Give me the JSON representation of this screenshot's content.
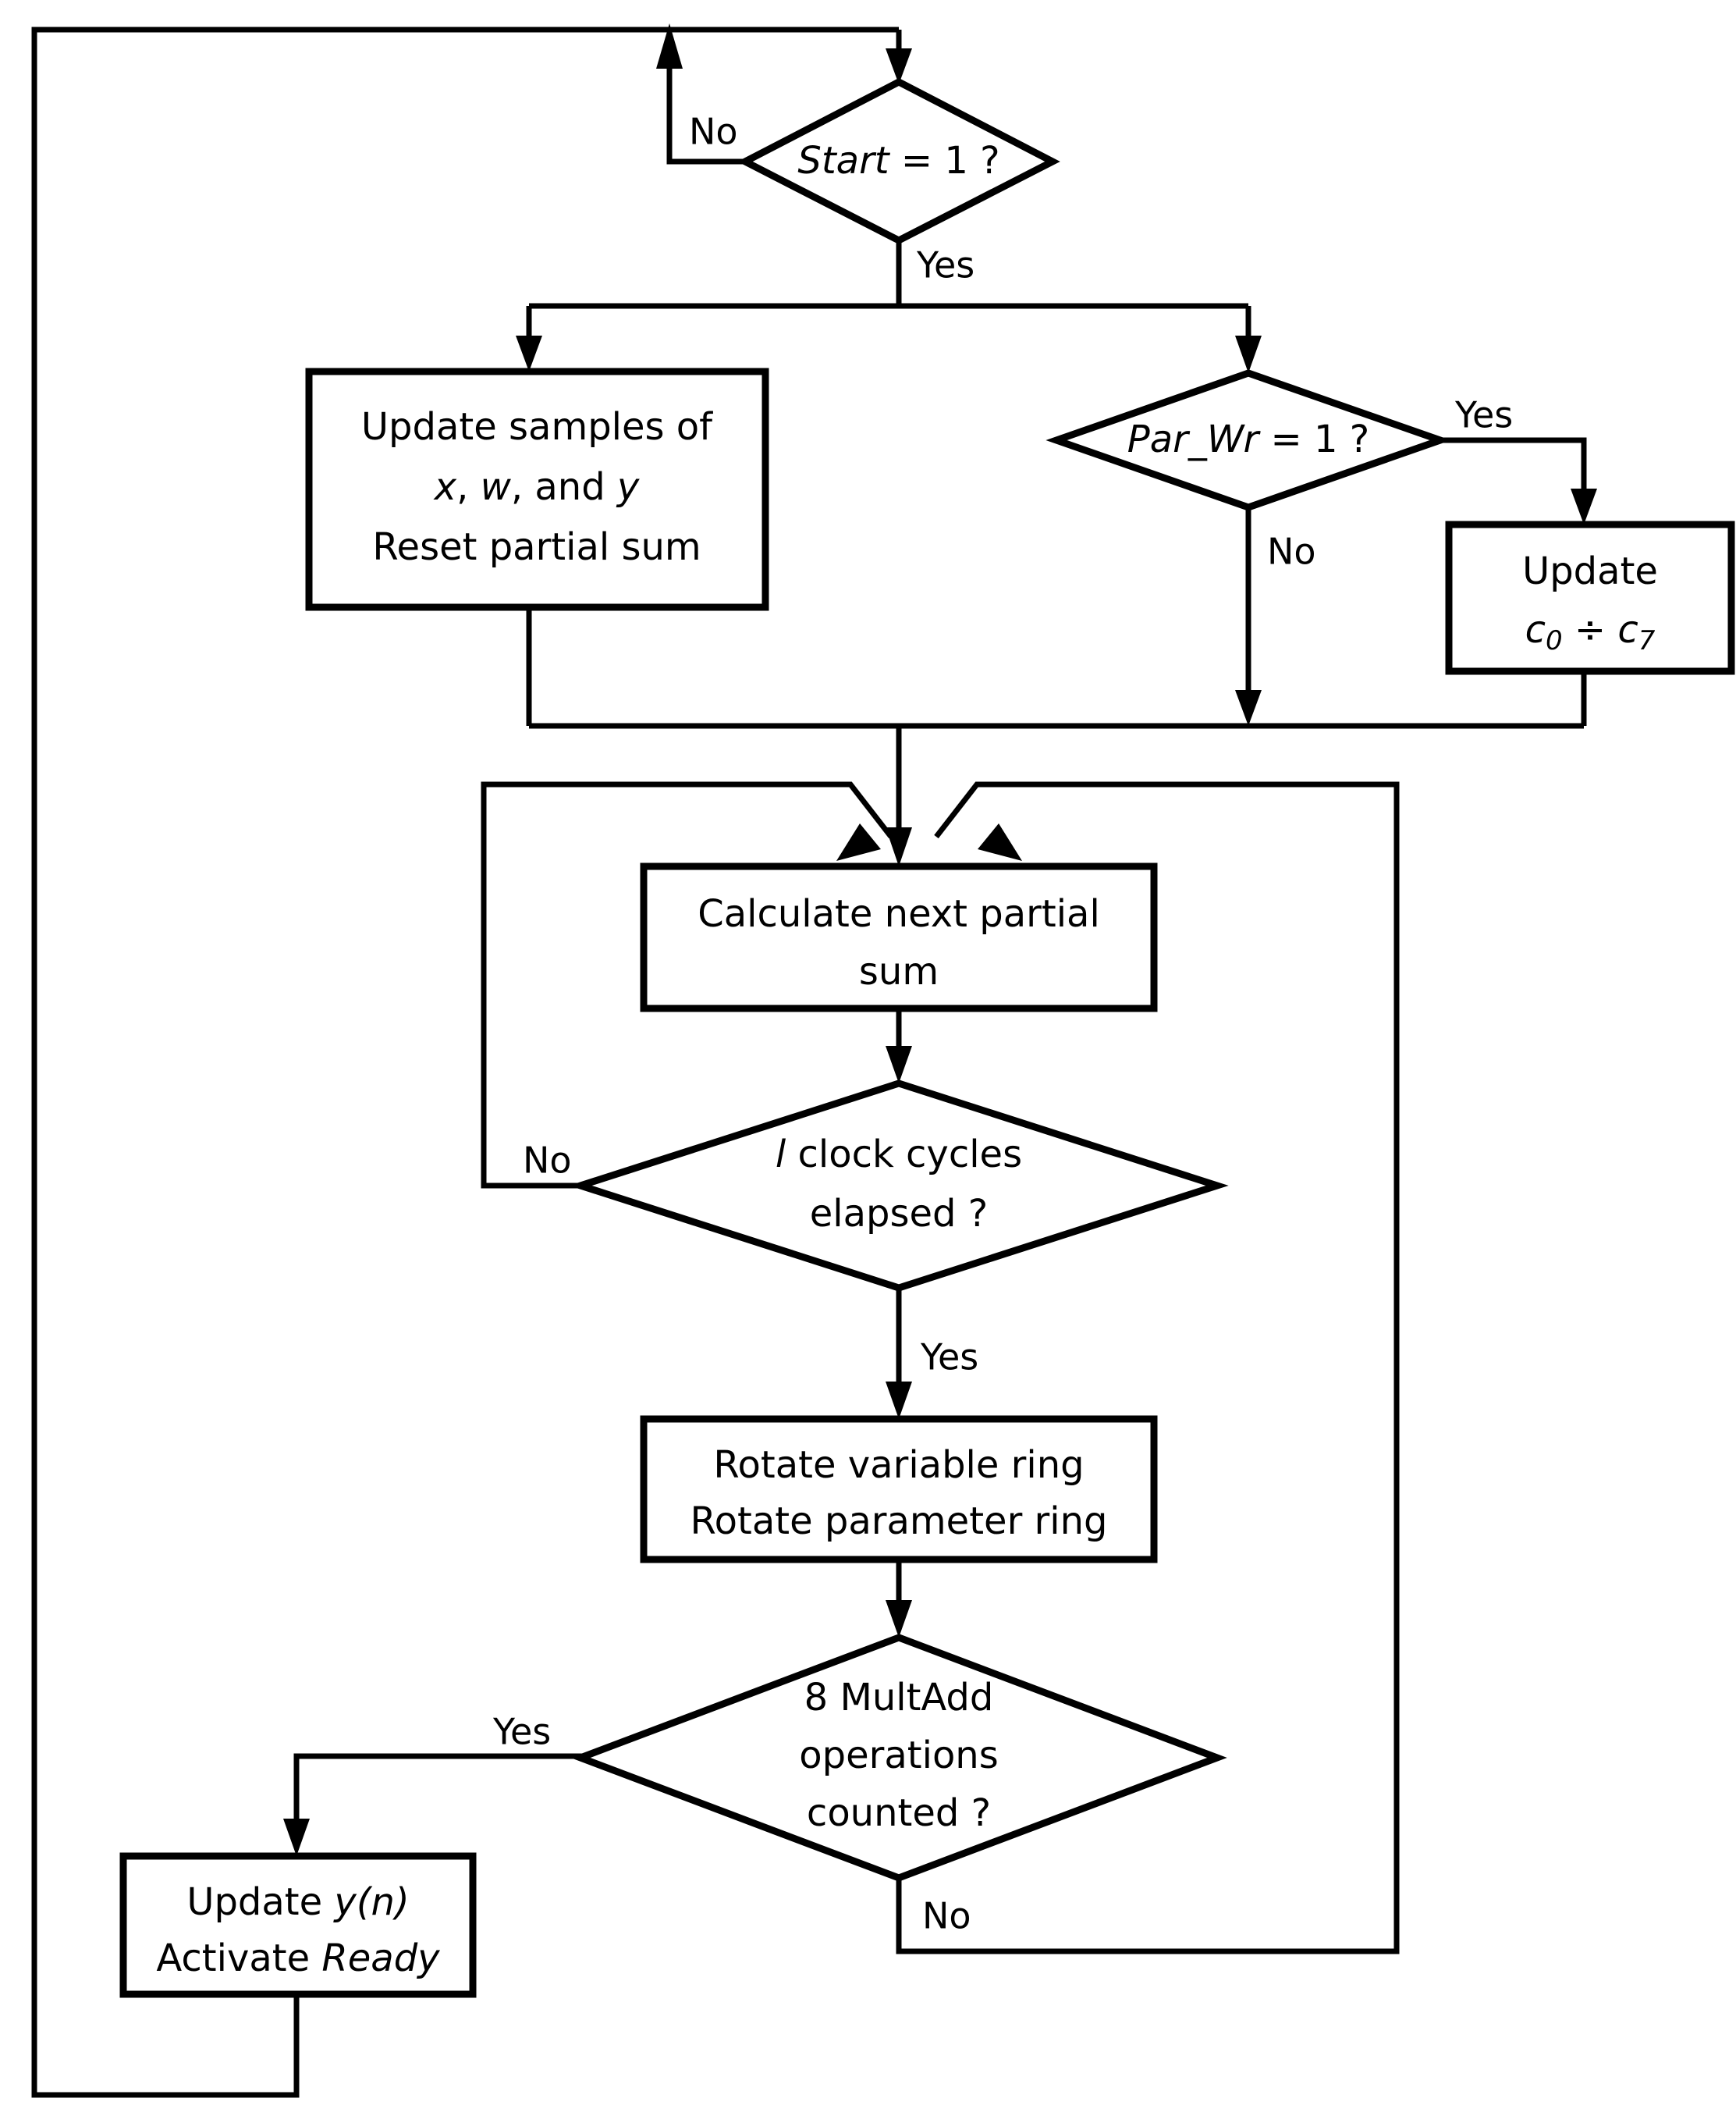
{
  "diagram": {
    "title": "FIR filter controller flowchart",
    "background_color": "#ffffff",
    "line_color": "#000000"
  },
  "nodes": {
    "start_decision": {
      "type": "decision",
      "text_plain": "Start = 1 ?",
      "italic_part": "Start",
      "rest_part": " = 1 ?"
    },
    "update_samples": {
      "type": "process",
      "line1": "Update samples of",
      "line2_a": "x",
      "line2_b": ", ",
      "line2_c": "w",
      "line2_d": ", and ",
      "line2_e": "y",
      "line3": "Reset partial sum"
    },
    "par_wr_decision": {
      "type": "decision",
      "italic_part": "Par_Wr",
      "rest_part": " = 1 ?"
    },
    "update_coeffs": {
      "type": "process",
      "line1": "Update",
      "line2_c": "c",
      "line2_sub0": "0",
      "line2_div": " ÷ ",
      "line2_c2": "c",
      "line2_sub7": "7"
    },
    "calc_partial_sum": {
      "type": "process",
      "line1": "Calculate next partial",
      "line2": "sum"
    },
    "clock_cycles_decision": {
      "type": "decision",
      "italic_part": "l",
      "line1_rest": " clock cycles",
      "line2": "elapsed ?"
    },
    "rotate_rings": {
      "type": "process",
      "line1": "Rotate variable ring",
      "line2": "Rotate parameter ring"
    },
    "multadd_decision": {
      "type": "decision",
      "line1": "8 MultAdd",
      "line2": "operations",
      "line3": "counted ?"
    },
    "update_output": {
      "type": "process",
      "line1_a": "Update ",
      "line1_b": "y(n)",
      "line2_a": "Activate ",
      "line2_b": "Ready"
    }
  },
  "edge_labels": {
    "start_no": "No",
    "start_yes": "Yes",
    "par_wr_yes": "Yes",
    "par_wr_no": "No",
    "clock_no": "No",
    "clock_yes": "Yes",
    "multadd_yes": "Yes",
    "multadd_no": "No"
  },
  "chart_data": {
    "type": "flowchart",
    "flow": [
      {
        "from": "start_decision",
        "to": "update_samples",
        "label": "Yes"
      },
      {
        "from": "start_decision",
        "to": "par_wr_decision",
        "label": "Yes"
      },
      {
        "from": "start_decision",
        "to": "start_decision",
        "label": "No"
      },
      {
        "from": "par_wr_decision",
        "to": "update_coeffs",
        "label": "Yes"
      },
      {
        "from": "par_wr_decision",
        "to": "calc_partial_sum",
        "label": "No"
      },
      {
        "from": "update_samples",
        "to": "calc_partial_sum",
        "label": ""
      },
      {
        "from": "update_coeffs",
        "to": "calc_partial_sum",
        "label": ""
      },
      {
        "from": "calc_partial_sum",
        "to": "clock_cycles_decision",
        "label": ""
      },
      {
        "from": "clock_cycles_decision",
        "to": "calc_partial_sum",
        "label": "No"
      },
      {
        "from": "clock_cycles_decision",
        "to": "rotate_rings",
        "label": "Yes"
      },
      {
        "from": "rotate_rings",
        "to": "multadd_decision",
        "label": ""
      },
      {
        "from": "multadd_decision",
        "to": "update_output",
        "label": "Yes"
      },
      {
        "from": "multadd_decision",
        "to": "calc_partial_sum",
        "label": "No"
      },
      {
        "from": "update_output",
        "to": "start_decision",
        "label": ""
      }
    ]
  }
}
